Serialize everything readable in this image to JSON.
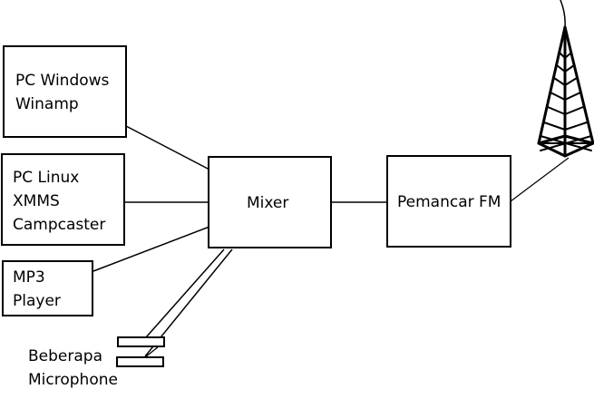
{
  "diagram": {
    "nodes": {
      "pc_windows": {
        "lines": [
          "PC Windows",
          "Winamp"
        ]
      },
      "pc_linux": {
        "lines": [
          "PC Linux",
          "XMMS",
          "Campcaster"
        ]
      },
      "mp3_player": {
        "lines": [
          "MP3",
          "Player"
        ]
      },
      "mixer": {
        "label": "Mixer"
      },
      "transmitter": {
        "label": "Pemancar FM"
      },
      "microphones": {
        "lines": [
          "Beberapa",
          "Microphone"
        ]
      },
      "antenna_tower": {
        "icon": "radio-tower-icon"
      }
    },
    "edges": [
      {
        "from": "pc_windows",
        "to": "mixer"
      },
      {
        "from": "pc_linux",
        "to": "mixer"
      },
      {
        "from": "mp3_player",
        "to": "mixer"
      },
      {
        "from": "microphones",
        "to": "mixer"
      },
      {
        "from": "mixer",
        "to": "transmitter"
      },
      {
        "from": "transmitter",
        "to": "antenna_tower"
      }
    ]
  }
}
